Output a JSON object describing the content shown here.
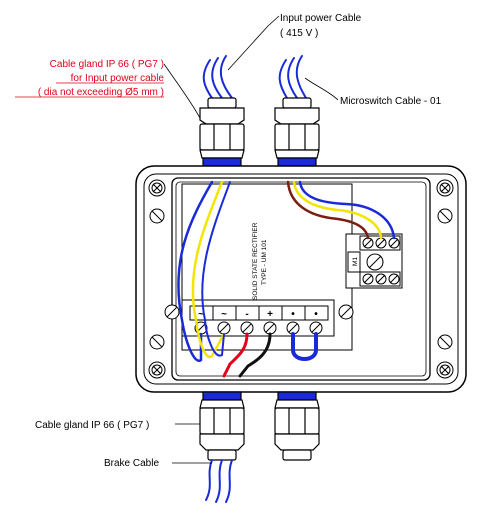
{
  "labels": {
    "input_power_cable": "Input power Cable",
    "voltage": "( 415 V )",
    "gland_top_line1": "Cable gland IP 66 ( PG7 )",
    "gland_top_line2": "for Input power cable",
    "gland_top_line3": "( dia not exceeding Ø5 mm )",
    "microswitch_cable": "Microswitch Cable - 01",
    "gland_bottom": "Cable gland IP 66 ( PG7 )",
    "brake_cable": "Brake Cable",
    "rectifier_line1": "SOLID STATE RECTIFIER",
    "rectifier_line2": "TYPE - UM 101",
    "switch_label": "M1"
  },
  "terminals": [
    "~",
    "~",
    "-",
    "+",
    "•",
    "•"
  ],
  "colors": {
    "wire_blue": "#1a2ad9",
    "wire_yellow": "#f2e600",
    "wire_red": "#e2001a",
    "wire_brown": "#7a1f10",
    "wire_black": "#111111",
    "gland_seal": "#1a2ad9",
    "annotation_red": "#e2001a"
  }
}
